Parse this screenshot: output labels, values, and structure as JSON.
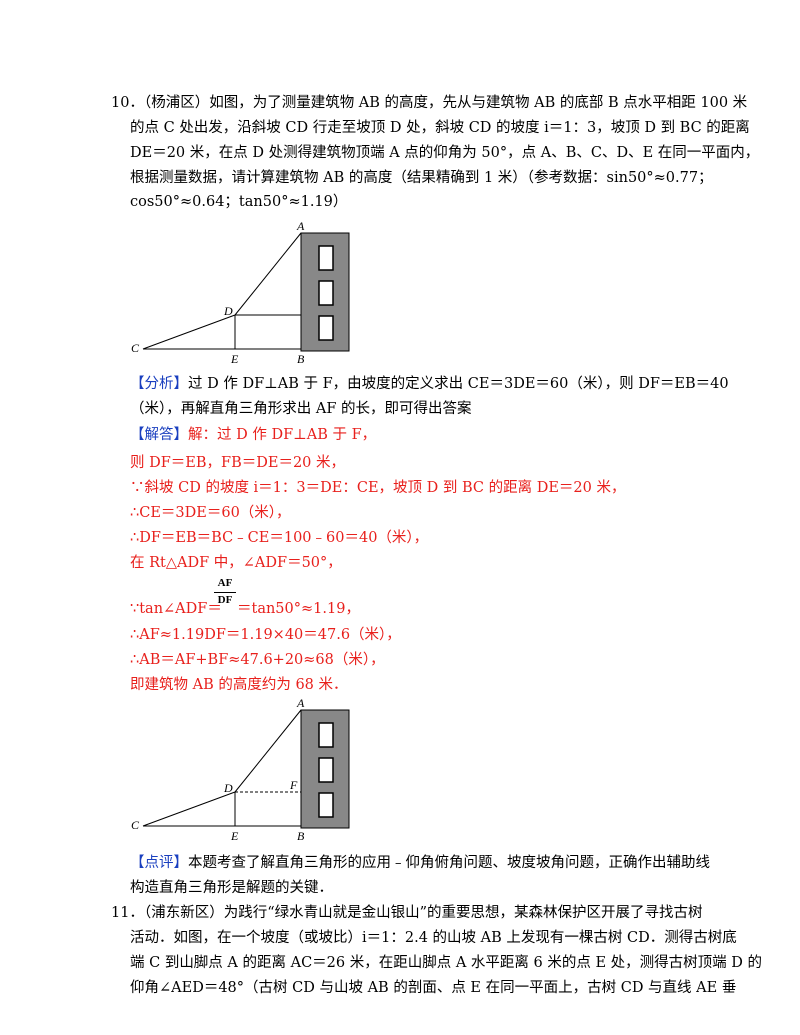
{
  "problem10": {
    "lines": [
      "10．（杨浦区）如图，为了测量建筑物 AB 的高度，先从与建筑物 AB 的底部 B 点水平相距 100 米",
      "的点 C 处出发，沿斜坡 CD 行走至坡顶 D 处，斜坡 CD 的坡度 i＝1：3，坡顶 D 到 BC 的距离",
      "DE＝20 米，在点 D 处测得建筑物顶端 A 点的仰角为 50°，点 A、B、C、D、E 在同一平面内，",
      "根据测量数据，请计算建筑物 AB 的高度（结果精确到 1 米）（参考数据：sin50°≈0.77；",
      "cos50°≈0.64；tan50°≈1.19）"
    ],
    "fig1_labels": {
      "A": "A",
      "D": "D",
      "C": "C",
      "E": "E",
      "B": "B"
    },
    "analysis": {
      "tag": "【分析】",
      "line1": "过 D 作 DF⊥AB 于 F，由坡度的定义求出 CE＝3DE＝60（米），则 DF＝EB＝40",
      "line2": "（米），再解直角三角形求出 AF 的长，即可得出答案"
    },
    "answer": {
      "tag": "【解答】",
      "line1": "解：过 D 作 DF⊥AB 于 F，",
      "line2": "则 DF＝EB，FB＝DE＝20 米，",
      "line3": "∵斜坡 CD 的坡度 i＝1：3＝DE：CE，坡顶 D 到 BC 的距离 DE＝20 米，",
      "line4": "∴CE＝3DE＝60（米），",
      "line5": "∴DF＝EB＝BC﹣CE＝100﹣60＝40（米），",
      "line6": "在 Rt△ADF 中，∠ADF＝50°，",
      "frac_num": "AF",
      "frac_den": "DF",
      "line7_pre": "∵tan∠ADF＝",
      "line7_post": "＝tan50°≈1.19，",
      "line8": "∴AF≈1.19DF＝1.19×40＝47.6（米），",
      "line9": "∴AB＝AF+BF≈47.6+20≈68（米），",
      "line10": "即建筑物 AB 的高度约为 68 米．"
    },
    "fig2_labels": {
      "A": "A",
      "D": "D",
      "F": "F",
      "C": "C",
      "E": "E",
      "B": "B"
    },
    "comment": {
      "tag": "【点评】",
      "line1": "本题考查了解直角三角形的应用﹣仰角俯角问题、坡度坡角问题，正确作出辅助线",
      "line2": "构造直角三角形是解题的关键．"
    }
  },
  "problem11": {
    "lines": [
      "11．（浦东新区）为践行“绿水青山就是金山银山”的重要思想，某森林保护区开展了寻找古树",
      "活动．如图，在一个坡度（或坡比）i＝1：2.4 的山坡 AB 上发现有一棵古树 CD．测得古树底",
      "端 C 到山脚点 A 的距离 AC＝26 米，在距山脚点 A 水平距离 6 米的点 E 处，测得古树顶端 D 的",
      "仰角∠AED＝48°（古树 CD 与山坡 AB 的剖面、点 E 在同一平面上，古树 CD 与直线 AE 垂"
    ]
  },
  "colors": {
    "answer_red": "#e8201c",
    "tag_blue": "#1a3fbf",
    "building_gray": "#888888"
  }
}
